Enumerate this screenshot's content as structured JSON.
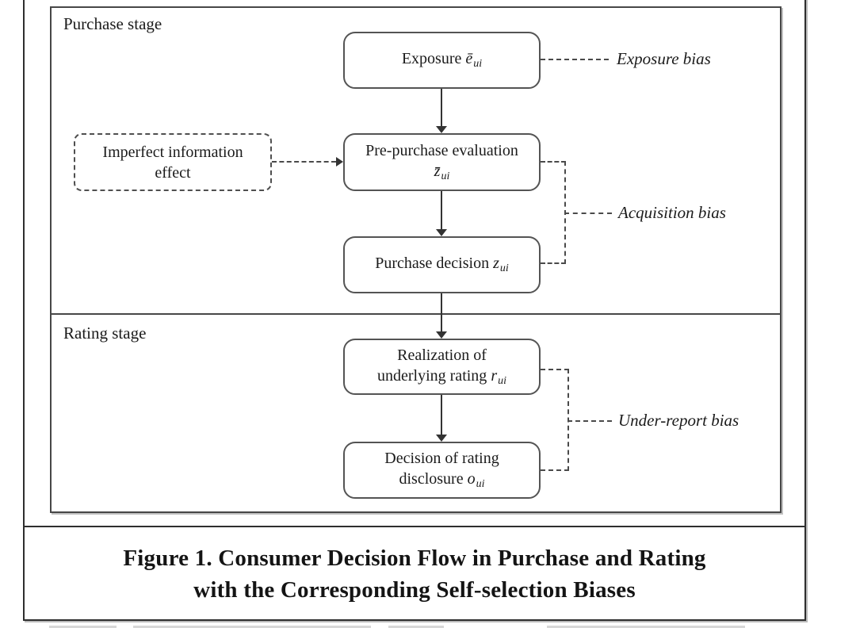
{
  "colors": {
    "line": "#3a3a3a",
    "box_border": "#545454",
    "text": "#1b1b1b"
  },
  "figure": {
    "purchase_stage_label": "Purchase stage",
    "rating_stage_label": "Rating stage",
    "nodes": {
      "exposure": {
        "label": "Exposure",
        "symbol": "ē",
        "sub": "ui"
      },
      "imperfect": {
        "line1": "Imperfect information",
        "line2": "effect"
      },
      "prepurchase": {
        "line1": "Pre-purchase evaluation",
        "symbol": "z̄",
        "sub": "ui"
      },
      "purchase_decision": {
        "label": "Purchase decision",
        "symbol": "z",
        "sub": "ui"
      },
      "realization": {
        "line1": "Realization of",
        "line2": "underlying rating",
        "symbol": "r",
        "sub": "ui"
      },
      "disclosure": {
        "line1": "Decision of rating",
        "line2": "disclosure",
        "symbol": "o",
        "sub": "ui"
      }
    },
    "biases": {
      "exposure": "Exposure bias",
      "acquisition": "Acquisition bias",
      "under_report": "Under-report bias"
    },
    "caption": {
      "line1": "Figure 1. Consumer Decision Flow in Purchase and Rating",
      "line2": "with the Corresponding Self-selection Biases"
    }
  }
}
